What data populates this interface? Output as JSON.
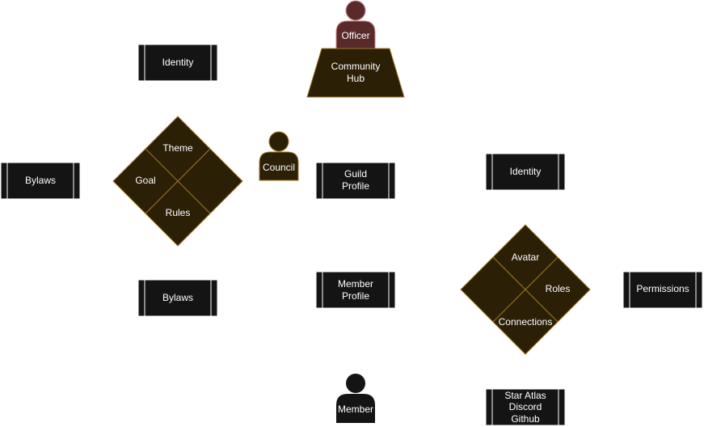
{
  "colors": {
    "process_fill": "#141414",
    "process_stroke": "#ffffff",
    "diamond_fill": "#2b1f06",
    "diamond_stroke": "#a07a2a",
    "officer_fill": "#5a2a2a",
    "officer_stroke": "#c88a8a",
    "council_fill": "#2b1f06",
    "member_fill": "#141414",
    "member_text": "#bbbbbb",
    "text": "#ffffff"
  },
  "actors": {
    "officer": "Officer",
    "council": "Council",
    "member": "Member"
  },
  "hub": {
    "lines": [
      "Community",
      "Hub"
    ]
  },
  "left_group": {
    "identity": "Identity",
    "bylaws_outer": "Bylaws",
    "bylaws_lower": "Bylaws",
    "diamond": {
      "top": "Theme",
      "left": "Goal",
      "bottom": "Rules",
      "right": ""
    }
  },
  "profiles": {
    "guild": [
      "Guild",
      "Profile"
    ],
    "member": [
      "Member",
      "Profile"
    ]
  },
  "right_group": {
    "identity": "Identity",
    "permissions": "Permissions",
    "links": [
      "Star Atlas",
      "Discord",
      "Github"
    ],
    "diamond": {
      "top": "Avatar",
      "right": "Roles",
      "bottom": "Connections",
      "left": ""
    }
  }
}
